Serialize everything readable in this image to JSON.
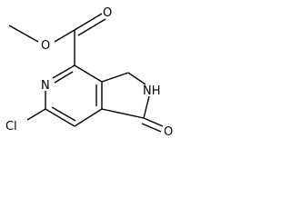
{
  "molecule": {
    "atoms": {
      "o_carbonyl_ester": "O",
      "o_methoxy": "O",
      "n_pyridine": "N",
      "nh_lactam": "NH",
      "o_lactam": "O",
      "cl": "Cl"
    }
  }
}
